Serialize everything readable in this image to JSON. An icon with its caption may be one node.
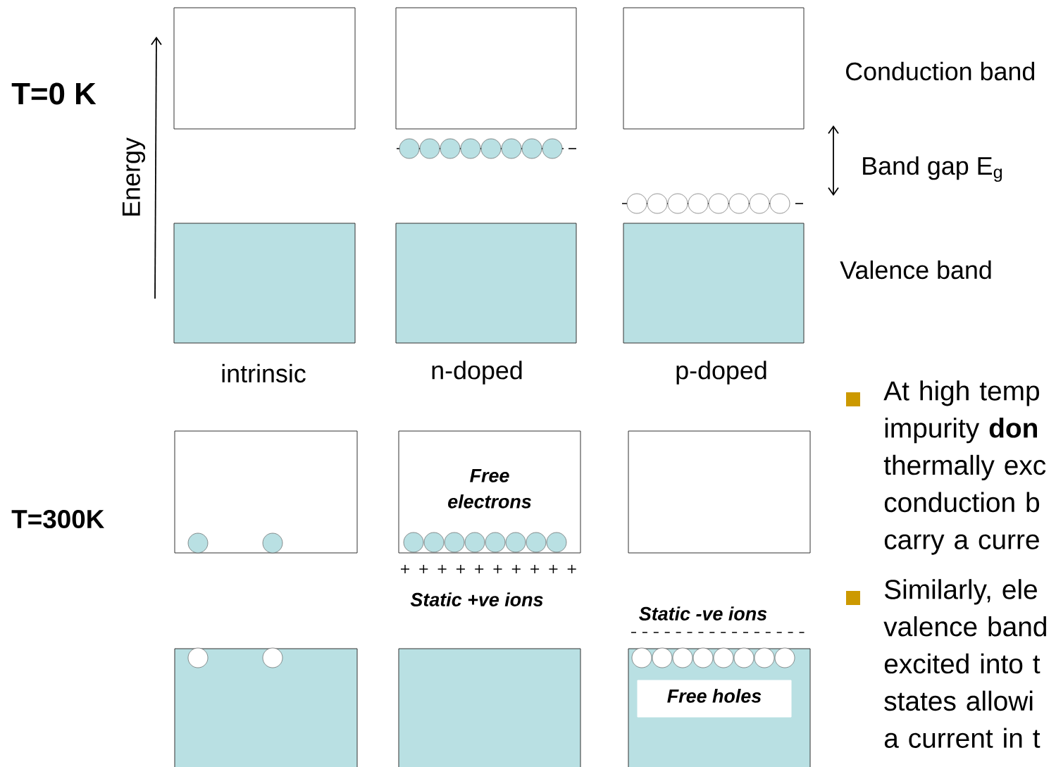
{
  "diagram": {
    "nodes": [
      {
        "text": [],
        "shape": "box"
      },
      {
        "text": [],
        "shape": "box"
      },
      {
        "text": [],
        "shape": "box"
      },
      {
        "text": [],
        "shape": "box"
      },
      {
        "text": [],
        "shape": "box"
      },
      {
        "text": [],
        "shape": "box"
      },
      {
        "text": [],
        "shape": "box"
      },
      {
        "text": [
          "Free electrons"
        ]
      },
      {
        "text": [],
        "shape": "box"
      },
      {
        "text": [],
        "shape": "box"
      },
      {
        "text": [],
        "shape": "box"
      },
      {
        "text": [],
        "shape": "box"
      },
      {
        "text": [
          "Free holes"
        ],
        "in": 11
      }
    ],
    "labels": [
      "T=0 K",
      "Energy",
      "Conduction band",
      "Band gap E$_{g}$",
      "Valence band",
      "intrinsic",
      "n-doped",
      "p-doped",
      "At high temp impurity **don** thermally exc conduction b carry a curre",
      "T=300K",
      "Similarly, ele valence band excited into t states allowi a current in t",
      "Static +ve ions",
      "Static -ve ions"
    ]
  }
}
